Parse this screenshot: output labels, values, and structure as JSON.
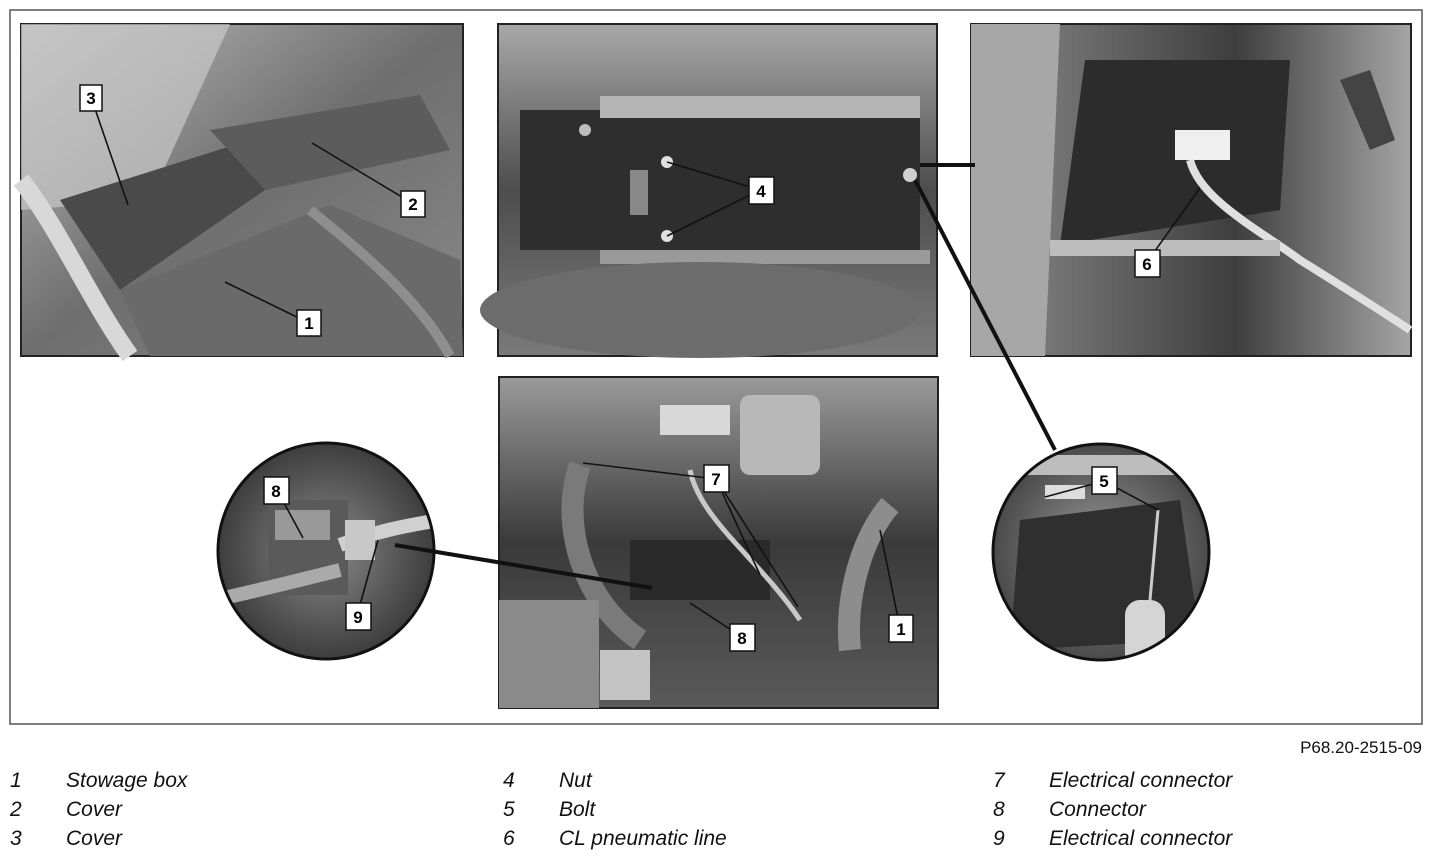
{
  "figure_code": "P68.20-2515-09",
  "callouts": {
    "p1_3": "3",
    "p1_2": "2",
    "p1_1": "1",
    "p2_4": "4",
    "p3_6": "6",
    "p4_7": "7",
    "p4_8": "8",
    "p4_1": "1",
    "c1_8": "8",
    "c1_9": "9",
    "c2_5": "5"
  },
  "legend": [
    {
      "num": "1",
      "text": "Stowage box"
    },
    {
      "num": "2",
      "text": "Cover"
    },
    {
      "num": "3",
      "text": "Cover"
    },
    {
      "num": "4",
      "text": "Nut"
    },
    {
      "num": "5",
      "text": "Bolt"
    },
    {
      "num": "6",
      "text": "CL pneumatic line"
    },
    {
      "num": "7",
      "text": "Electrical connector"
    },
    {
      "num": "8",
      "text": "Connector"
    },
    {
      "num": "9",
      "text": "Electrical connector"
    }
  ]
}
